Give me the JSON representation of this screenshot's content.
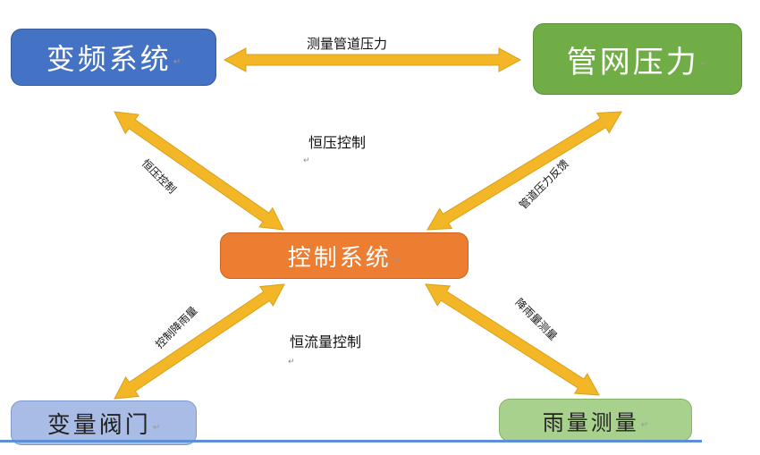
{
  "nodes": {
    "vfd": {
      "label": "变频系统",
      "fill": "#4472C4",
      "text_color": "#ffffff"
    },
    "pressure": {
      "label": "管网压力",
      "fill": "#70AD47",
      "text_color": "#ffffff"
    },
    "control": {
      "label": "控制系统",
      "fill": "#ED7D31",
      "text_color": "#ffffff"
    },
    "valve": {
      "label": "变量阀门",
      "fill": "#A9BCE6",
      "text_color": "#222222"
    },
    "rain": {
      "label": "雨量测量",
      "fill": "#A9D18E",
      "text_color": "#222222"
    }
  },
  "edges": {
    "top": {
      "label": "测量管道压力"
    },
    "center_upper": {
      "label": "恒压控制"
    },
    "center_lower": {
      "label": "恒流量控制"
    },
    "upper_left": {
      "label": "恒压控制"
    },
    "upper_right": {
      "label": "管道压力反馈"
    },
    "lower_left": {
      "label": "控制降雨量"
    },
    "lower_right": {
      "label": "降雨量测量"
    }
  },
  "style": {
    "arrow_fill": "#F2B626",
    "arrow_stroke": "#D9A21A",
    "paragraph_mark": "↵"
  }
}
